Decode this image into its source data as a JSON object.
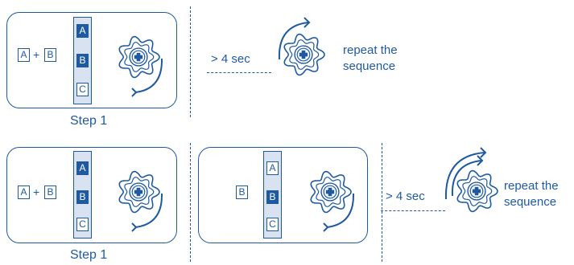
{
  "row1": {
    "step": {
      "key_a": "A",
      "plus": "+",
      "key_b": "B",
      "column": [
        "A",
        "B",
        "C"
      ],
      "label": "Step 1"
    },
    "wait": "> 4 sec",
    "repeat_line1": "repeat the",
    "repeat_line2": "sequence"
  },
  "row2": {
    "step": {
      "key_a": "A",
      "plus": "+",
      "key_b": "B",
      "column": [
        "A",
        "B",
        "C"
      ],
      "label": "Step 1"
    },
    "step2": {
      "key_b": "B",
      "column": [
        "A",
        "B",
        "C"
      ]
    },
    "wait": "> 4 sec",
    "repeat_line1": "repeat the",
    "repeat_line2": "sequence"
  },
  "colors": {
    "primary": "#1f5aa0",
    "column_fill": "#d9e2f0",
    "background": "#ffffff"
  },
  "icons": [
    "rotary-knob-icon",
    "rotate-arrow-icon"
  ]
}
